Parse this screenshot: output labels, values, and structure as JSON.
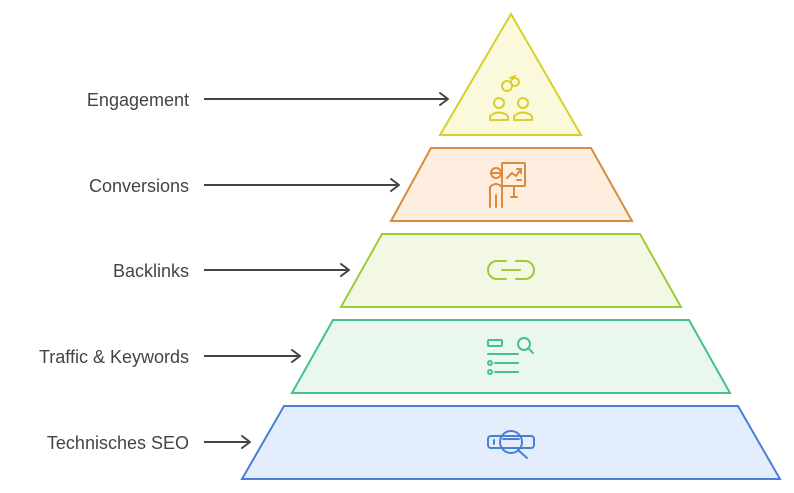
{
  "diagram": {
    "levels": [
      {
        "label": "Engagement",
        "icon": "engagement-people-icon",
        "stroke": "#d7d02a",
        "fill": "#fbf9dc"
      },
      {
        "label": "Conversions",
        "icon": "presentation-chart-icon",
        "stroke": "#db8a3e",
        "fill": "#fdeee0"
      },
      {
        "label": "Backlinks",
        "icon": "link-icon",
        "stroke": "#9ccc3a",
        "fill": "#f2f8e3"
      },
      {
        "label": "Traffic & Keywords",
        "icon": "search-list-icon",
        "stroke": "#45c28a",
        "fill": "#e9f7ef"
      },
      {
        "label": "Technisches SEO",
        "icon": "technical-seo-icon",
        "stroke": "#4a7fd7",
        "fill": "#e4edfb"
      }
    ],
    "colors": {
      "text": "#444444",
      "arrow": "#444444"
    }
  }
}
